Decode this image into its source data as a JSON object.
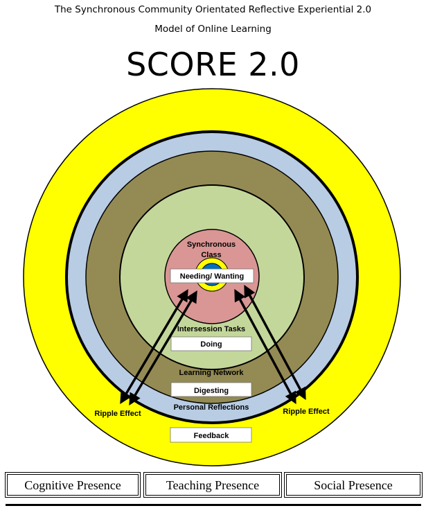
{
  "header": {
    "line1": "The Synchronous Community Orientated Reflective Experiential 2.0",
    "line2": "Model of Online Learning",
    "title": "SCORE 2.0"
  },
  "rings": {
    "synchronous_class": "Synchronous Class",
    "needing_wanting": "Needing/ Wanting",
    "intersession_tasks": "Intersession Tasks",
    "doing": "Doing",
    "learning_network": "Learning Network",
    "digesting": "Digesting",
    "personal_reflections": "Personal Reflections",
    "feedback": "Feedback"
  },
  "ripple": {
    "left": "Ripple Effect",
    "right": "Ripple Effect"
  },
  "presences": {
    "cognitive": "Cognitive Presence",
    "teaching": "Teaching Presence",
    "social": "Social Presence"
  },
  "colors": {
    "outer_yellow": "#ffff00",
    "blue_ring": "#b8cce4",
    "olive_ring": "#948a54",
    "light_green": "#c4d79b",
    "pink_core": "#d99694",
    "center_blue": "#0070c0",
    "center_yellow": "#ffff00"
  }
}
